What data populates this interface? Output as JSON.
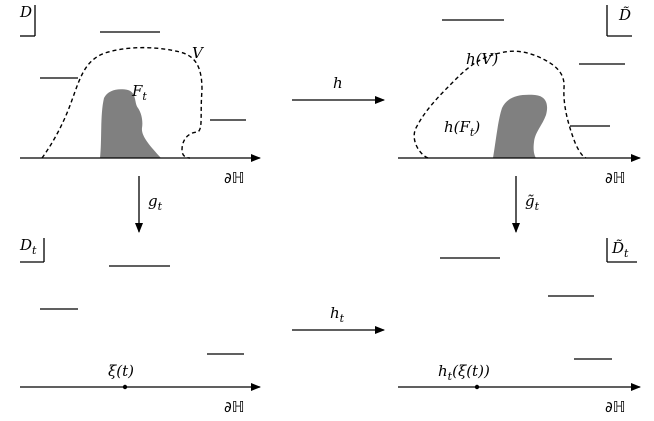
{
  "labels": {
    "D": "D",
    "D_tilde": "D̃",
    "D_t": "D",
    "D_t_sub": "t",
    "D_tilde_t": "D̃",
    "D_tilde_t_sub": "t",
    "V": "V",
    "F_t": "F",
    "F_t_sub": "t",
    "h_of_V": "h(V)",
    "h_of_F_t": "h(F",
    "h_of_F_t_sub": "t",
    "h_of_F_t_close": ")",
    "boundary_tl": "∂ℍ",
    "boundary_tr": "∂ℍ",
    "boundary_bl": "∂ℍ",
    "boundary_br": "∂ℍ",
    "xi_t": "ξ(t)",
    "h_t_xi": "h",
    "h_t_xi_sub": "t",
    "h_t_xi_arg": "(ξ(t))"
  },
  "arrows": {
    "h": "h",
    "h_t": "h",
    "h_t_sub": "t",
    "g_t": "g",
    "g_t_sub": "t",
    "g_tilde_t": "g̃",
    "g_tilde_t_sub": "t"
  }
}
